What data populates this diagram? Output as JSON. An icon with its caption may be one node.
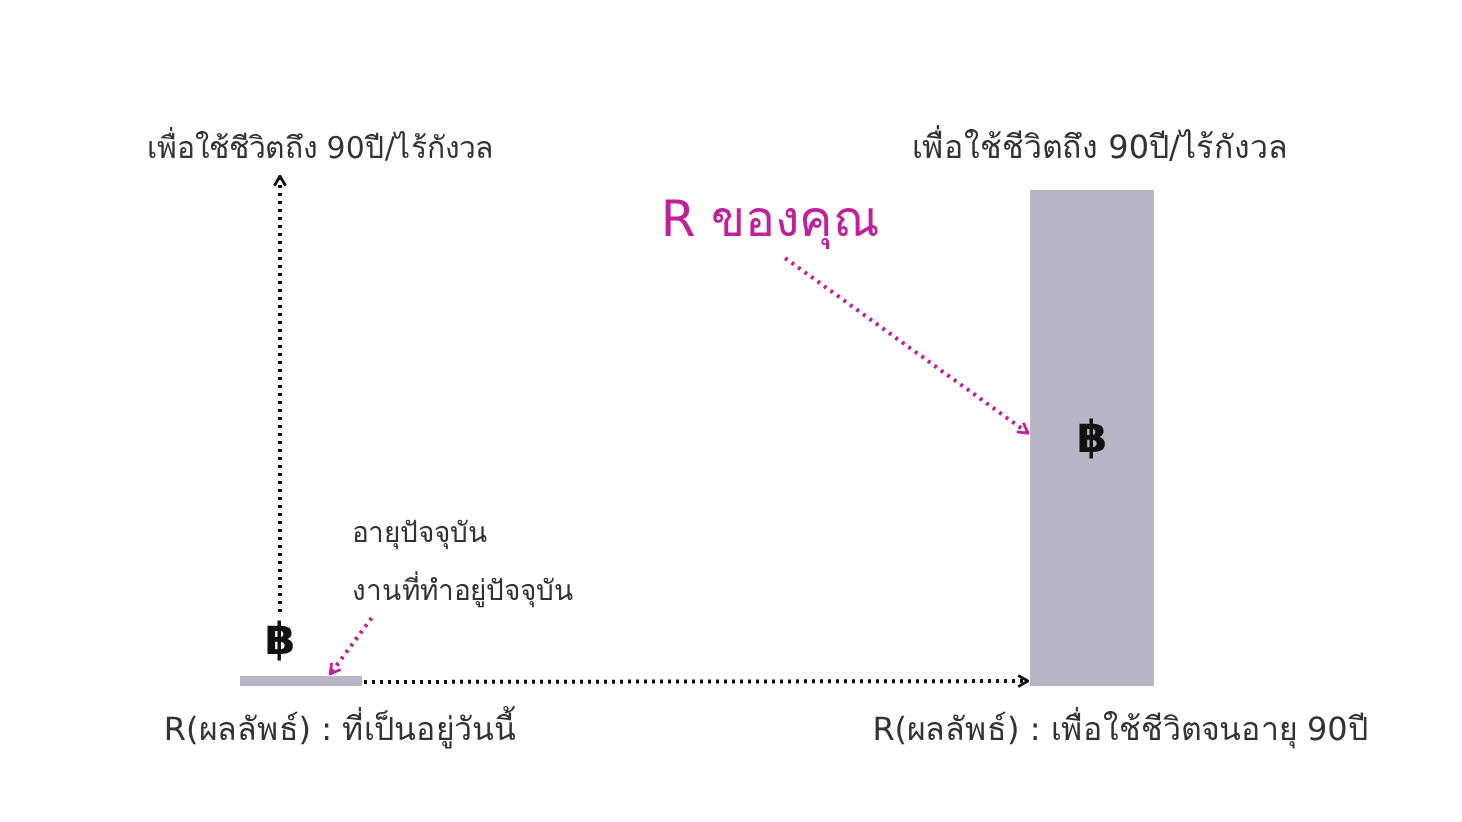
{
  "diagram": {
    "nodes": [
      {
        "text": [
          "เพื่อใช้ชีวิตถึง 90ปี/ไร้กังวล"
        ]
      },
      {
        "text": [
          "฿"
        ]
      },
      {
        "text": [],
        "shape": "bar",
        "beside": [
          "R(ผลลัพธ์) : ที่เป็นอยู่วันนี้"
        ]
      },
      {
        "text": [
          "อายุปัจจุบัน",
          "งานที่ทำอยู่ปัจจุบัน"
        ]
      },
      {
        "text": [
          "R ของคุณ"
        ]
      },
      {
        "text": [
          "฿"
        ],
        "beside": [
          "เพื่อใช้ชีวิตถึง 90ปี/ไร้กังวล",
          "R(ผลลัพธ์) : เพื่อใช้ชีวิตจนอายุ 90ปี"
        ]
      }
    ],
    "edges": [
      {
        "from": 1,
        "to": 0,
        "arrow": "to",
        "style": "dashed"
      },
      {
        "from": 3,
        "to": 2,
        "arrow": "to",
        "style": "dashed",
        "color": "#c0209a"
      },
      {
        "from": 2,
        "to": 5,
        "arrow": "to",
        "style": "dashed"
      },
      {
        "from": 4,
        "to": 5,
        "arrow": "to",
        "style": "dashed",
        "color": "#c0209a"
      }
    ]
  }
}
